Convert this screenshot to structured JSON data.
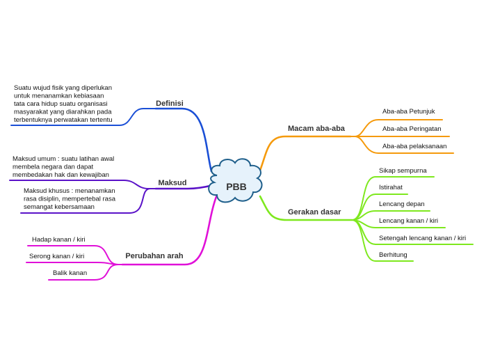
{
  "center": {
    "label": "PBB",
    "stroke": "#1f5f8b",
    "fill": "#e6f2fb"
  },
  "branches": [
    {
      "id": "definisi",
      "label": "Definisi",
      "color": "#1a4fd6",
      "side": "left",
      "leaves": [
        {
          "lines": [
            "Suatu wujud fisik yang diperlukan",
            "untuk menanamkan kebiasaan",
            "tata cara hidup suatu organisasi",
            "masyarakat yang diarahkan pada",
            "terbentuknya perwatakan tertentu"
          ]
        }
      ]
    },
    {
      "id": "maksud",
      "label": "Maksud",
      "color": "#5a12c8",
      "side": "left",
      "leaves": [
        {
          "lines": [
            "Maksud umum : suatu latihan awal",
            "membela negara dan dapat",
            "membedakan hak dan kewajiban"
          ]
        },
        {
          "lines": [
            "Maksud khusus : menanamkan",
            "rasa disiplin, mempertebal rasa",
            " semangat kebersamaan"
          ]
        }
      ]
    },
    {
      "id": "perubahan-arah",
      "label": "Perubahan arah",
      "color": "#e010d8",
      "side": "left",
      "leaves": [
        {
          "lines": [
            "Hadap kanan / kiri"
          ]
        },
        {
          "lines": [
            "Serong kanan / kiri"
          ]
        },
        {
          "lines": [
            "Balik kanan"
          ]
        }
      ]
    },
    {
      "id": "macam-aba-aba",
      "label": "Macam aba-aba",
      "color": "#f59a0c",
      "side": "right",
      "leaves": [
        {
          "lines": [
            "Aba-aba Petunjuk"
          ]
        },
        {
          "lines": [
            "Aba-aba Peringatan"
          ]
        },
        {
          "lines": [
            "Aba-aba pelaksanaan"
          ]
        }
      ]
    },
    {
      "id": "gerakan-dasar",
      "label": "Gerakan dasar",
      "color": "#7ee81e",
      "side": "right",
      "leaves": [
        {
          "lines": [
            "Sikap sempurna"
          ]
        },
        {
          "lines": [
            "Istirahat"
          ]
        },
        {
          "lines": [
            "Lencang depan"
          ]
        },
        {
          "lines": [
            "Lencang kanan / kiri"
          ]
        },
        {
          "lines": [
            "Setengah lencang kanan / kiri"
          ]
        },
        {
          "lines": [
            "Berhitung"
          ]
        }
      ]
    }
  ]
}
